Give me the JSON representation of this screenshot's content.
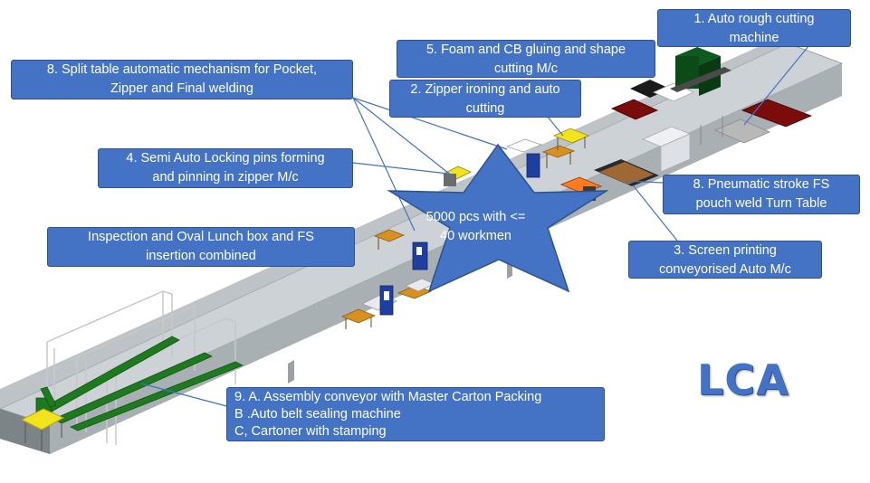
{
  "callouts": {
    "c1": {
      "lines": [
        "1. Auto rough cutting",
        "machine"
      ]
    },
    "c5": {
      "lines": [
        "5. Foam and CB gluing and shape",
        "cutting M/c"
      ]
    },
    "c8a": {
      "lines": [
        "8. Split table automatic mechanism for Pocket,",
        "Zipper and Final welding"
      ]
    },
    "c2": {
      "lines": [
        "2. Zipper ironing and auto",
        "cutting"
      ]
    },
    "c4": {
      "lines": [
        "4. Semi Auto Locking pins forming",
        "and pinning in zipper M/c"
      ]
    },
    "c8b": {
      "lines": [
        "8. Pneumatic stroke FS",
        "pouch weld Turn Table"
      ]
    },
    "cInsp": {
      "lines": [
        "Inspection and Oval Lunch box and FS",
        "insertion combined"
      ]
    },
    "c3": {
      "lines": [
        "3. Screen printing",
        "conveyorised  Auto M/c"
      ]
    },
    "c9": {
      "lines": [
        "9. A. Assembly conveyor with Master Carton Packing",
        "B .Auto belt sealing machine",
        "C, Cartoner with stamping"
      ]
    }
  },
  "star": {
    "lines": [
      "5000 pcs with <=",
      "40 workmen"
    ]
  },
  "logo": {
    "text": "LCA"
  },
  "colors": {
    "callout_fill": "#4472c4",
    "callout_border": "#2f528f",
    "floor": "#c9cfd3",
    "conveyor": "#1e7a1e",
    "machine_blue": "#1f3fa0",
    "table_orange": "#d8901e",
    "table_yellow": "#f2e31d",
    "dark_red": "#7a0c0c"
  }
}
